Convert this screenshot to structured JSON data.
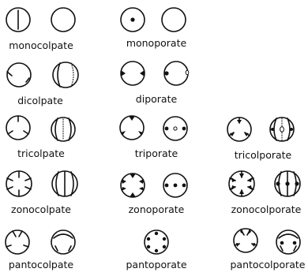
{
  "labels": {
    "monocolpate": "monocolpate",
    "monoporate": "monoporate",
    "dicolpate": "dicolpate",
    "diporate": "diporate",
    "tricolpate": "tricolpate",
    "triporate": "triporate",
    "tricolporate": "tricolporate",
    "zonocolpate": "zonocolpate",
    "zonoporate": "zonoporate",
    "zonocolporate": "zonocolporate",
    "pantocolpate": "pantocolpate",
    "pantoporate": "pantoporate",
    "pantocolporate": "pantocolporate"
  }
}
